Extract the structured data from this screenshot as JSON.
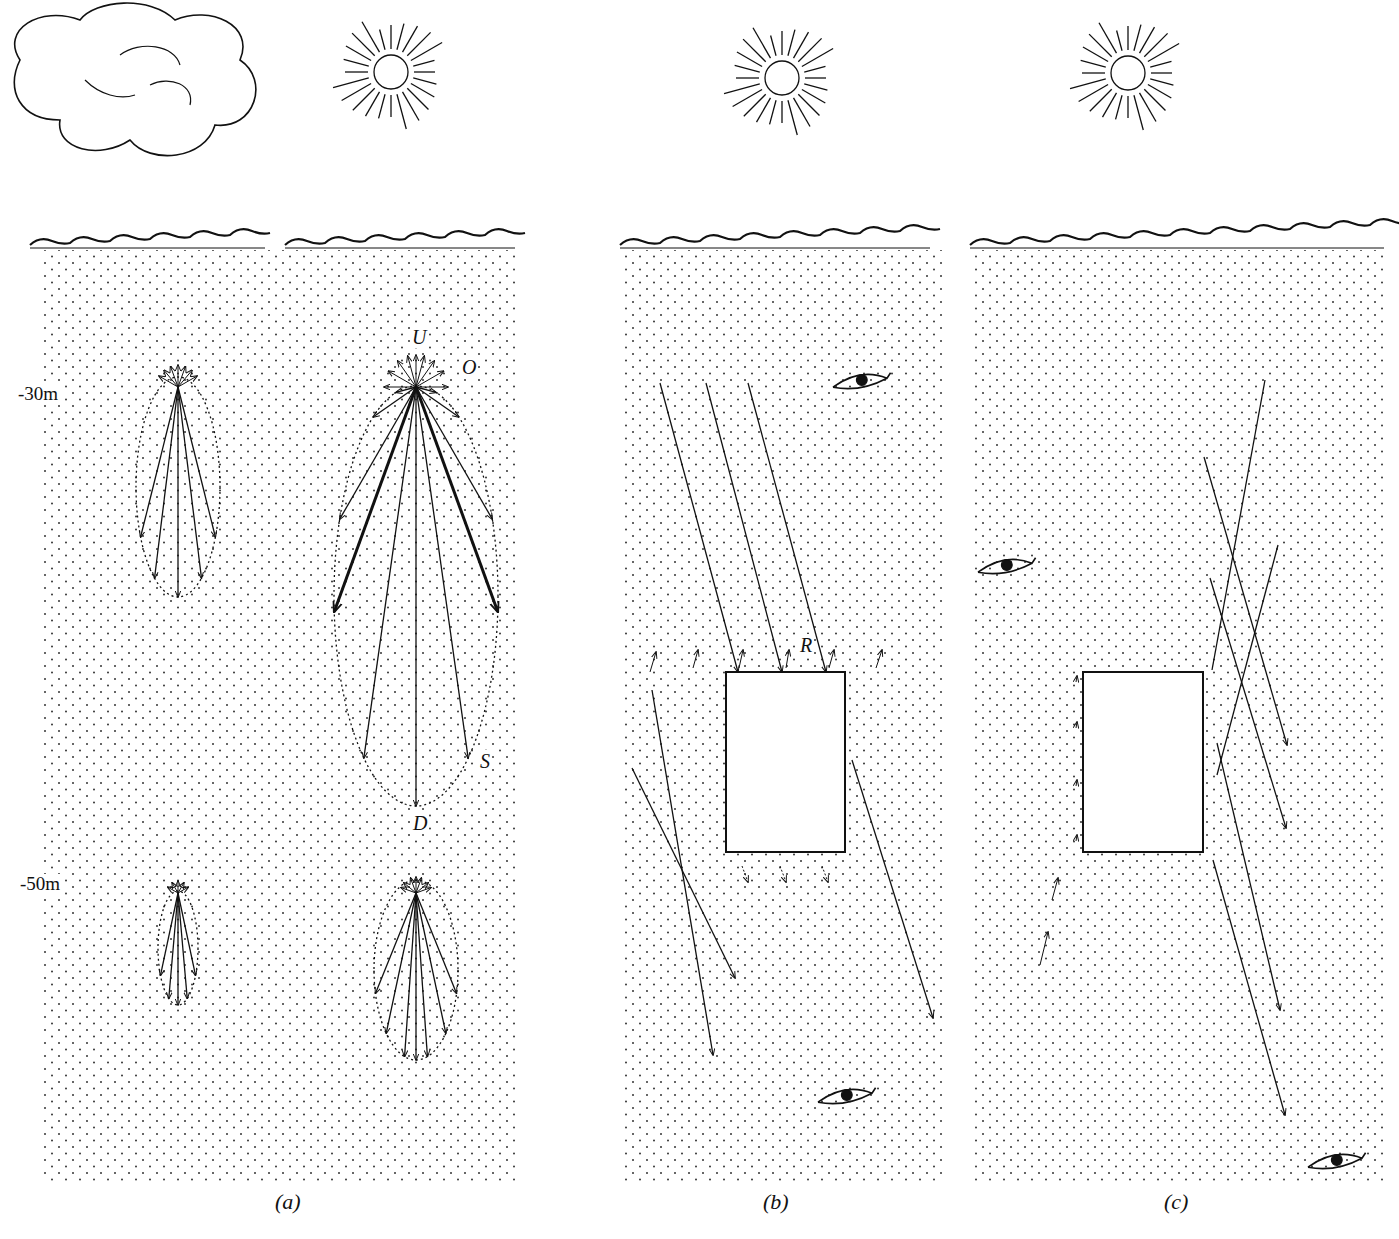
{
  "diagram": {
    "labels": [
      "-30m",
      "-50m",
      "U",
      "O",
      "S",
      "D",
      "R",
      "(a)",
      "(b)",
      "(c)"
    ]
  }
}
